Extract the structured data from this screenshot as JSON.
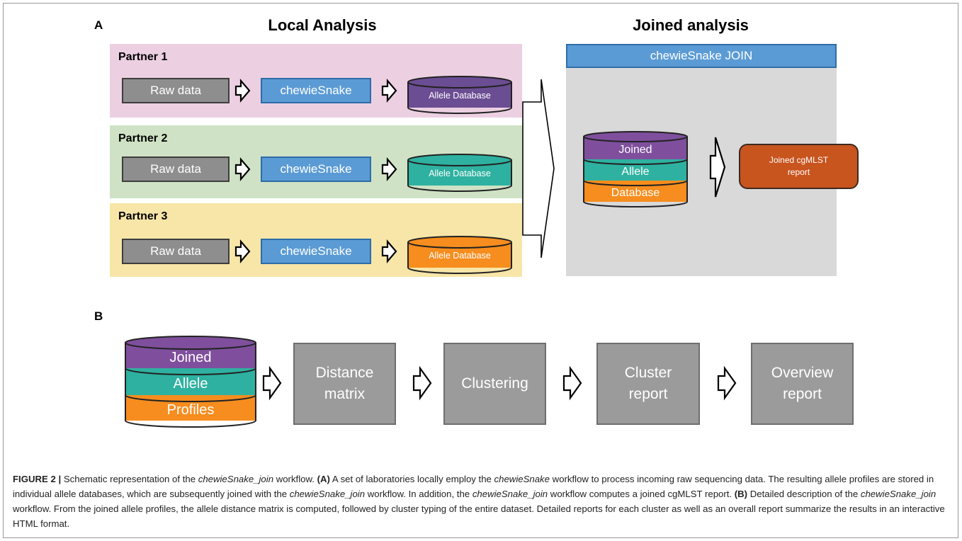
{
  "panel_a": {
    "letter": "A",
    "local_heading": "Local Analysis",
    "joined_heading": "Joined analysis",
    "partners": [
      {
        "label": "Partner 1",
        "raw": "Raw data",
        "tool": "chewieSnake",
        "db": "Allele Database",
        "bg": "#ecd0e2",
        "db_color": "#6b4d93"
      },
      {
        "label": "Partner 2",
        "raw": "Raw data",
        "tool": "chewieSnake",
        "db": "Allele Database",
        "bg": "#cfe2c5",
        "db_color": "#2eb1a0"
      },
      {
        "label": "Partner 3",
        "raw": "Raw data",
        "tool": "chewieSnake",
        "db": "Allele Database",
        "bg": "#f7e6a8",
        "db_color": "#f68d1e"
      }
    ],
    "join_header": "chewieSnake JOIN",
    "joined_db_layers": [
      "Joined",
      "Allele",
      "Database"
    ],
    "joined_report": [
      "Joined cgMLST",
      "report"
    ]
  },
  "panel_b": {
    "letter": "B",
    "db_layers": [
      "Joined",
      "Allele",
      "Profiles"
    ],
    "steps": [
      [
        "Distance",
        "matrix"
      ],
      [
        "Clustering"
      ],
      [
        "Cluster",
        "report"
      ],
      [
        "Overview",
        "report"
      ]
    ]
  },
  "colors": {
    "purple": "#7f4f9d",
    "teal": "#2eb1a0",
    "orange": "#f68d1e",
    "blue": "#5b9bd5",
    "gray_box": "#9b9b9b",
    "join_bg": "#d9d9d9",
    "report": "#c8541e"
  },
  "caption": {
    "fig_label": "FIGURE 2 |",
    "intro": " Schematic representation of the ",
    "wf1": "chewieSnake_join",
    "intro2": " workflow. ",
    "a_label": "(A)",
    "a1": " A set of laboratories locally employ the ",
    "wf2": "chewieSnake",
    "a2": " workflow to process incoming raw sequencing data. The resulting allele profiles are stored in individual allele databases, which are subsequently joined with the ",
    "wf3": "chewieSnake_join",
    "a3": " workflow. In addition, the ",
    "wf4": "chewieSnake_join",
    "a4": " workflow computes a joined cgMLST report. ",
    "b_label": "(B)",
    "b1": " Detailed description of the ",
    "wf5": "chewieSnake_join",
    "b2": " workflow. From the joined allele profiles, the allele distance matrix is computed, followed by cluster typing of the entire dataset. Detailed reports for each cluster as well as an overall report summarize the results in an interactive HTML format."
  }
}
